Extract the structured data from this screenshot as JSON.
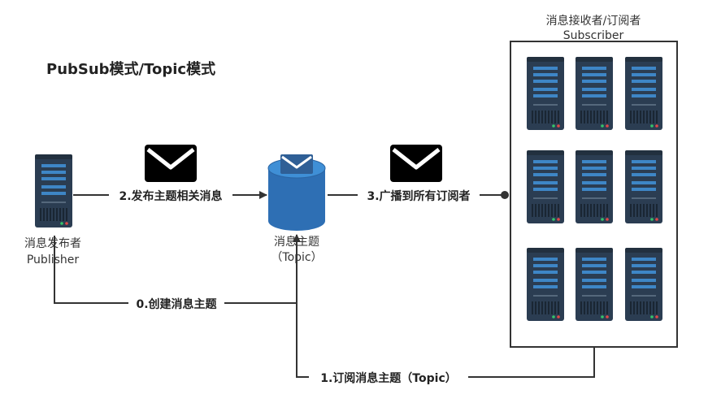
{
  "title": "PubSub模式/Topic模式",
  "publisher": {
    "label_cn": "消息发布者",
    "label_en": "Publisher"
  },
  "topic": {
    "label_cn": "消息主题",
    "label_en": "（Topic）"
  },
  "subscriber": {
    "label_cn": "消息接收者/订阅者",
    "label_en": "Subscriber"
  },
  "flows": {
    "create": "0.创建消息主题",
    "subscribe": "1.订阅消息主题（Topic）",
    "publish": "2.发布主题相关消息",
    "broadcast": "3.广播到所有订阅者"
  },
  "colors": {
    "line": "#333333",
    "server_body": "#2b3d52",
    "server_stripe": "#3e86c6",
    "cylinder": "#2e6fb4",
    "cylinder_top": "#3f8fd6",
    "envelope": "#000000"
  },
  "icons": {
    "publisher": "server-icon",
    "topic": "topic-database-icon",
    "message": "envelope-icon",
    "subscribers": "server-icon"
  },
  "subscriber_server_count": 9
}
